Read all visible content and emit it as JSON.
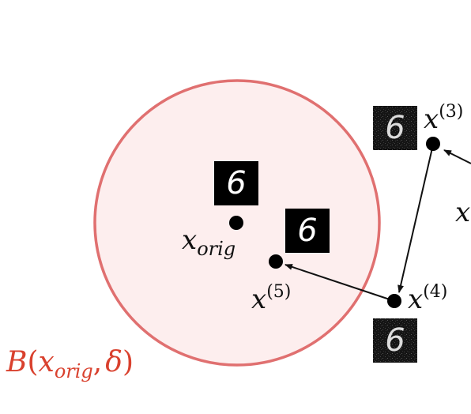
{
  "ball": {
    "label_B": "B",
    "label_open": "(",
    "label_x": "x",
    "label_sub": "orig",
    "label_comma": ",",
    "label_delta": "δ",
    "label_close": ")",
    "stroke_color": "#e07070",
    "fill_color": "#fdeeee",
    "label_color": "#d9412e"
  },
  "points": {
    "x_orig": {
      "base": "x",
      "sub": "orig"
    },
    "x3": {
      "base": "x",
      "sup": "(3)"
    },
    "x4": {
      "base": "x",
      "sup": "(4)"
    },
    "x5": {
      "base": "x",
      "sup": "(5)"
    },
    "x_partial": {
      "base": "x"
    }
  },
  "thumbnails": {
    "digit": "6",
    "clean_color": "#000000",
    "noisy_color": "#1a1a1a"
  }
}
